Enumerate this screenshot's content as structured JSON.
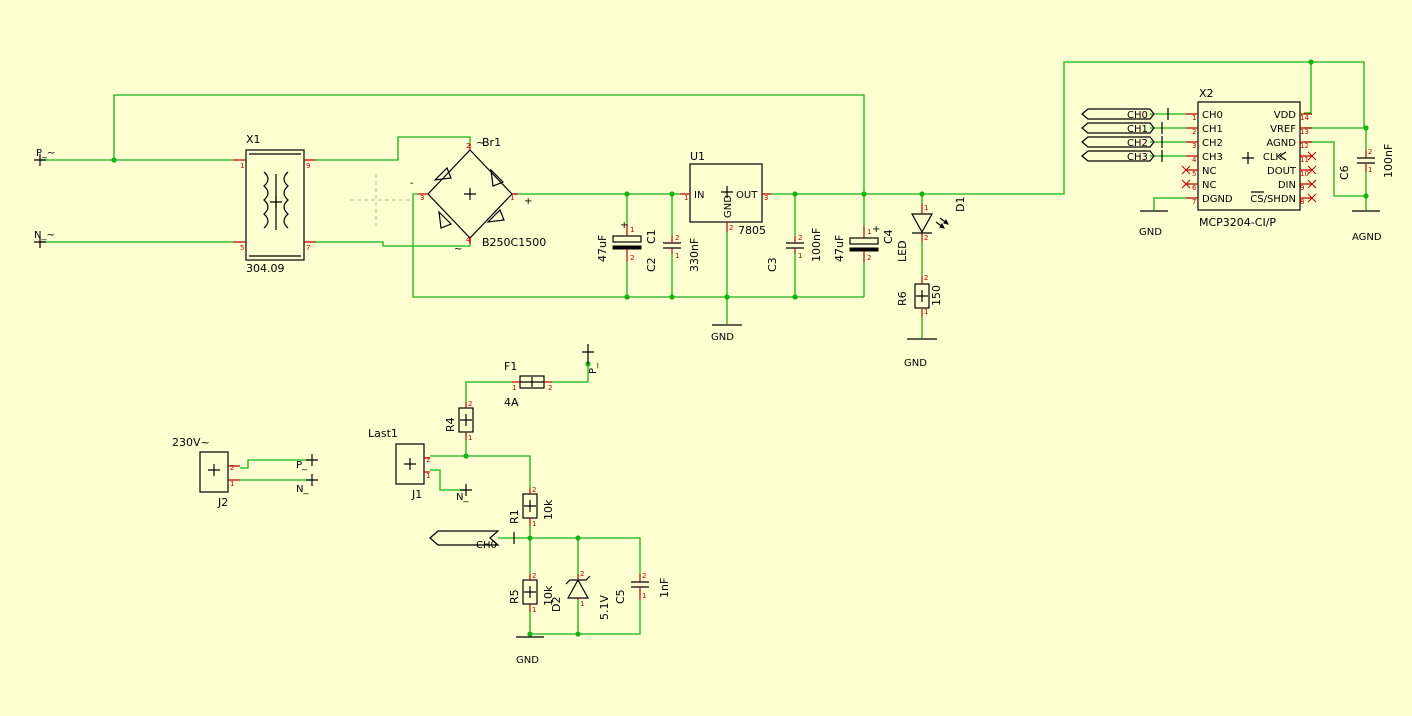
{
  "parts": {
    "x1": {
      "name": "X1",
      "value": "304.09",
      "pins": [
        "1",
        "5",
        "9",
        "7"
      ]
    },
    "br1": {
      "name": "Br1",
      "value": "B250C1500",
      "tilde_top": "~",
      "tilde_bottom": "~",
      "minus": "-",
      "plus": "+",
      "pins": [
        "2",
        "3",
        "1",
        "4"
      ]
    },
    "u1": {
      "name": "U1",
      "value": "7805",
      "in": "IN",
      "out": "OUT",
      "gnd": "GND",
      "pins": [
        "1",
        "3",
        "2"
      ]
    },
    "c1": {
      "name": "C1",
      "value": "47uF"
    },
    "c2": {
      "name": "C2",
      "value": "330nF"
    },
    "c3": {
      "name": "C3",
      "value": "100nF"
    },
    "c4": {
      "name": "C4",
      "value": "47uF"
    },
    "d1": {
      "name": "D1",
      "value": "LED"
    },
    "r6": {
      "name": "R6",
      "value": "150"
    },
    "x2": {
      "name": "X2",
      "value": "MCP3204-CI/P",
      "left_pins": [
        {
          "label": "CH0",
          "num": "1"
        },
        {
          "label": "CH1",
          "num": "2"
        },
        {
          "label": "CH2",
          "num": "3"
        },
        {
          "label": "CH3",
          "num": "4"
        },
        {
          "label": "NC",
          "num": "5"
        },
        {
          "label": "NC",
          "num": "6"
        },
        {
          "label": "DGND",
          "num": "7"
        }
      ],
      "right_pins": [
        {
          "label": "VDD",
          "num": "14"
        },
        {
          "label": "VREF",
          "num": "13"
        },
        {
          "label": "AGND",
          "num": "12"
        },
        {
          "label": "CLK",
          "num": "11"
        },
        {
          "label": "DOUT",
          "num": "10"
        },
        {
          "label": "DIN",
          "num": "9"
        },
        {
          "label": "CS/SHDN",
          "num": "8"
        }
      ]
    },
    "c6": {
      "name": "C6",
      "value": "100nF"
    },
    "f1": {
      "name": "F1",
      "value": "4A"
    },
    "r4": {
      "name": "R4"
    },
    "last1": {
      "name": "Last1",
      "ref": "J1"
    },
    "j2": {
      "name": "J2",
      "title": "230V~"
    },
    "r1": {
      "name": "R1",
      "value": "10k"
    },
    "r5": {
      "name": "R5",
      "value": "10k"
    },
    "d2": {
      "name": "D2",
      "value": "5.1V"
    },
    "c5": {
      "name": "C5",
      "value": "1nF"
    }
  },
  "nets": {
    "gnd": "GND",
    "agnd": "AGND",
    "p_top": "P_~",
    "n_top": "N_~",
    "p_fuse": "P_",
    "p_j2": "P_",
    "n_j2": "N_",
    "n_j1": "N_",
    "ch0_input": "CH0",
    "ch_tags": [
      "CH0",
      "CH1",
      "CH2",
      "CH3"
    ]
  },
  "colors": {
    "background": "#ffffd2",
    "wire": "#12b312",
    "pin": "#b00000",
    "symbol": "#000000"
  }
}
